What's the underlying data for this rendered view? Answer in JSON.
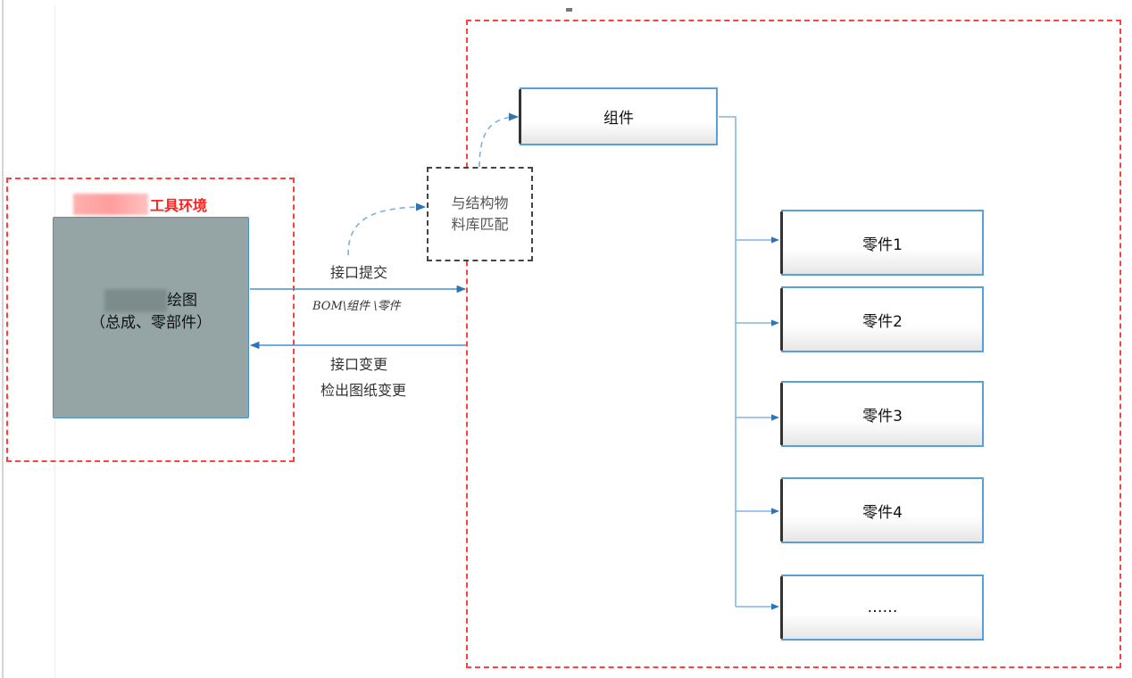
{
  "diagram": {
    "tool_environment": {
      "title_suffix": "工具环境",
      "drawing_box": {
        "line1_suffix": "绘图",
        "line2": "（总成、零部件）"
      }
    },
    "match_box": {
      "line1": "与结构物",
      "line2": "料库匹配"
    },
    "arrows": {
      "submit_label": "接口提交",
      "submit_sublabel": "BOM\\组件 \\零件",
      "change_label_line1": "接口变更",
      "change_label_line2": "检出图纸变更"
    },
    "component_node": {
      "label": "组件"
    },
    "part_nodes": [
      {
        "label": "零件1"
      },
      {
        "label": "零件2"
      },
      {
        "label": "零件3"
      },
      {
        "label": "零件4"
      },
      {
        "label": "……"
      }
    ],
    "colors": {
      "frame_red": "#ff4040",
      "title_red": "#ff2020",
      "connector_blue": "#4a90c8",
      "drawing_fill": "#95a5a6",
      "match_border": "#444444"
    }
  }
}
